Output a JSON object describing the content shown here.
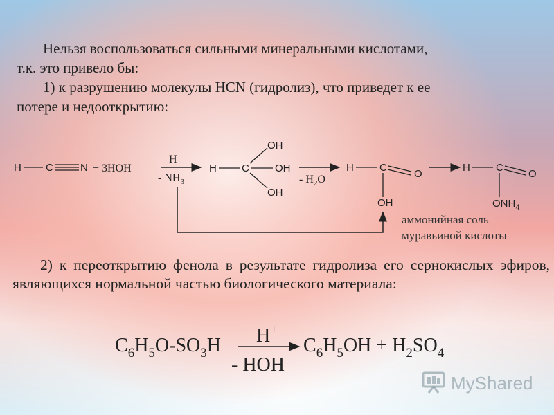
{
  "para1": {
    "line1": "Нельзя воспользоваться сильными минеральными кислотами,",
    "line2": "т.к. это привело бы:"
  },
  "para2": {
    "line1": "1) к разрушению молекулы HCN (гидролиз), что приведет к ее",
    "line2": "потере и недооткрытию:"
  },
  "note": {
    "line1": "аммонийная соль",
    "line2": "муравьиной кислоты"
  },
  "para3": {
    "text": "2) к переоткрытию фенола в результате гидролиза его сернокислых эфиров, являющихся нормальной частью биологического материала:"
  },
  "scheme1": {
    "h": "H",
    "c": "C",
    "n": "N",
    "plus_water": "+ 3HOH",
    "catalyst_top": "H",
    "catalyst_top_sup": "+",
    "catalyst_bottom": "- NH",
    "catalyst_bottom_sub": "3",
    "oh": "OH",
    "minus_water": "- H",
    "minus_water_sub": "2",
    "minus_water_end": "O",
    "o": "O",
    "onh4": "ONH",
    "onh4_sub": "4"
  },
  "scheme2": {
    "reactant": [
      "C",
      "6",
      "H",
      "5",
      "O-SO",
      "3",
      "H"
    ],
    "catalyst_top": "H",
    "catalyst_top_sup": "+",
    "catalyst_bottom": "- HOH",
    "products": [
      "C",
      "6",
      "H",
      "5",
      "OH + H",
      "2",
      "SO",
      "4"
    ]
  },
  "watermark": "MyShared",
  "colors": {
    "text": "#222222",
    "lines": "#222222"
  }
}
